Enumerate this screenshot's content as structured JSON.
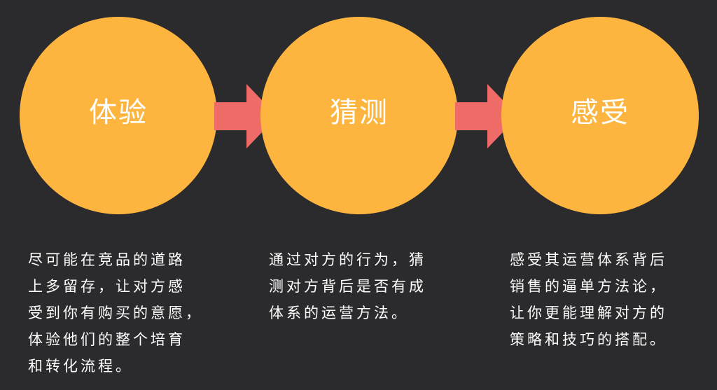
{
  "colors": {
    "background": "#2b2b2d",
    "circle": "#fdb53f",
    "arrow": "#ef6b67",
    "text": "#ffffff"
  },
  "steps": [
    {
      "label": "体验",
      "lines": [
        "尽可能在竞品的道路",
        "上多留存，让对方感",
        "受到你有购买的意愿，",
        "体验他们的整个培育",
        "和转化流程。"
      ]
    },
    {
      "label": "猜测",
      "lines": [
        "通过对方的行为，猜",
        "测对方背后是否有成",
        "体系的运营方法。"
      ]
    },
    {
      "label": "感受",
      "lines": [
        "感受其运营体系背后",
        "销售的逼单方法论，",
        "让你更能理解对方的",
        "策略和技巧的搭配。"
      ]
    }
  ],
  "arrows": [
    {
      "icon": "right-arrow-icon"
    },
    {
      "icon": "right-arrow-icon"
    }
  ]
}
